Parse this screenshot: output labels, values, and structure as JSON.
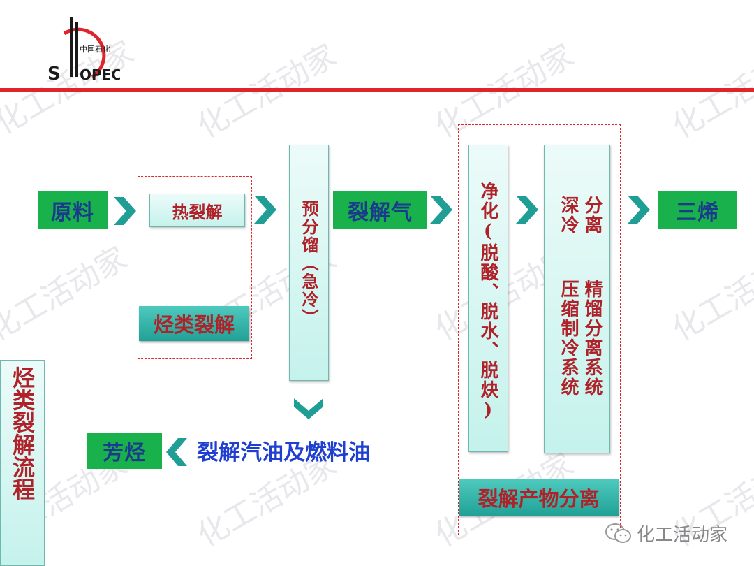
{
  "logo": {
    "text": "中国石化",
    "brand": "SINOPEC",
    "brand_color": "#e0242a"
  },
  "watermark": "化工活动家",
  "footer": {
    "text": "化工活动家"
  },
  "side_title": "烃类裂解流程",
  "nodes": {
    "raw_material": "原料",
    "pyrolysis": "热裂解",
    "pre_fractionation": "预分馏（急冷）",
    "cracked_gas": "裂解气",
    "purification": "净化(脱酸、脱水、脱炔)",
    "deep_cool": "深冷",
    "separation": "分离",
    "compression": "压缩制冷系统",
    "rectification": "精馏分离系统",
    "olefins": "三烯",
    "aromatics": "芳烃",
    "gasoline": "裂解汽油及燃料油"
  },
  "group_labels": {
    "hydrocarbon_cracking": "烃类裂解",
    "product_separation": "裂解产物分离"
  },
  "colors": {
    "green": "#19b14b",
    "navy": "#1a3a8c",
    "red": "#b0222a",
    "teal": "#2fb0a5",
    "gasoline_text": "#1f3fd1"
  }
}
